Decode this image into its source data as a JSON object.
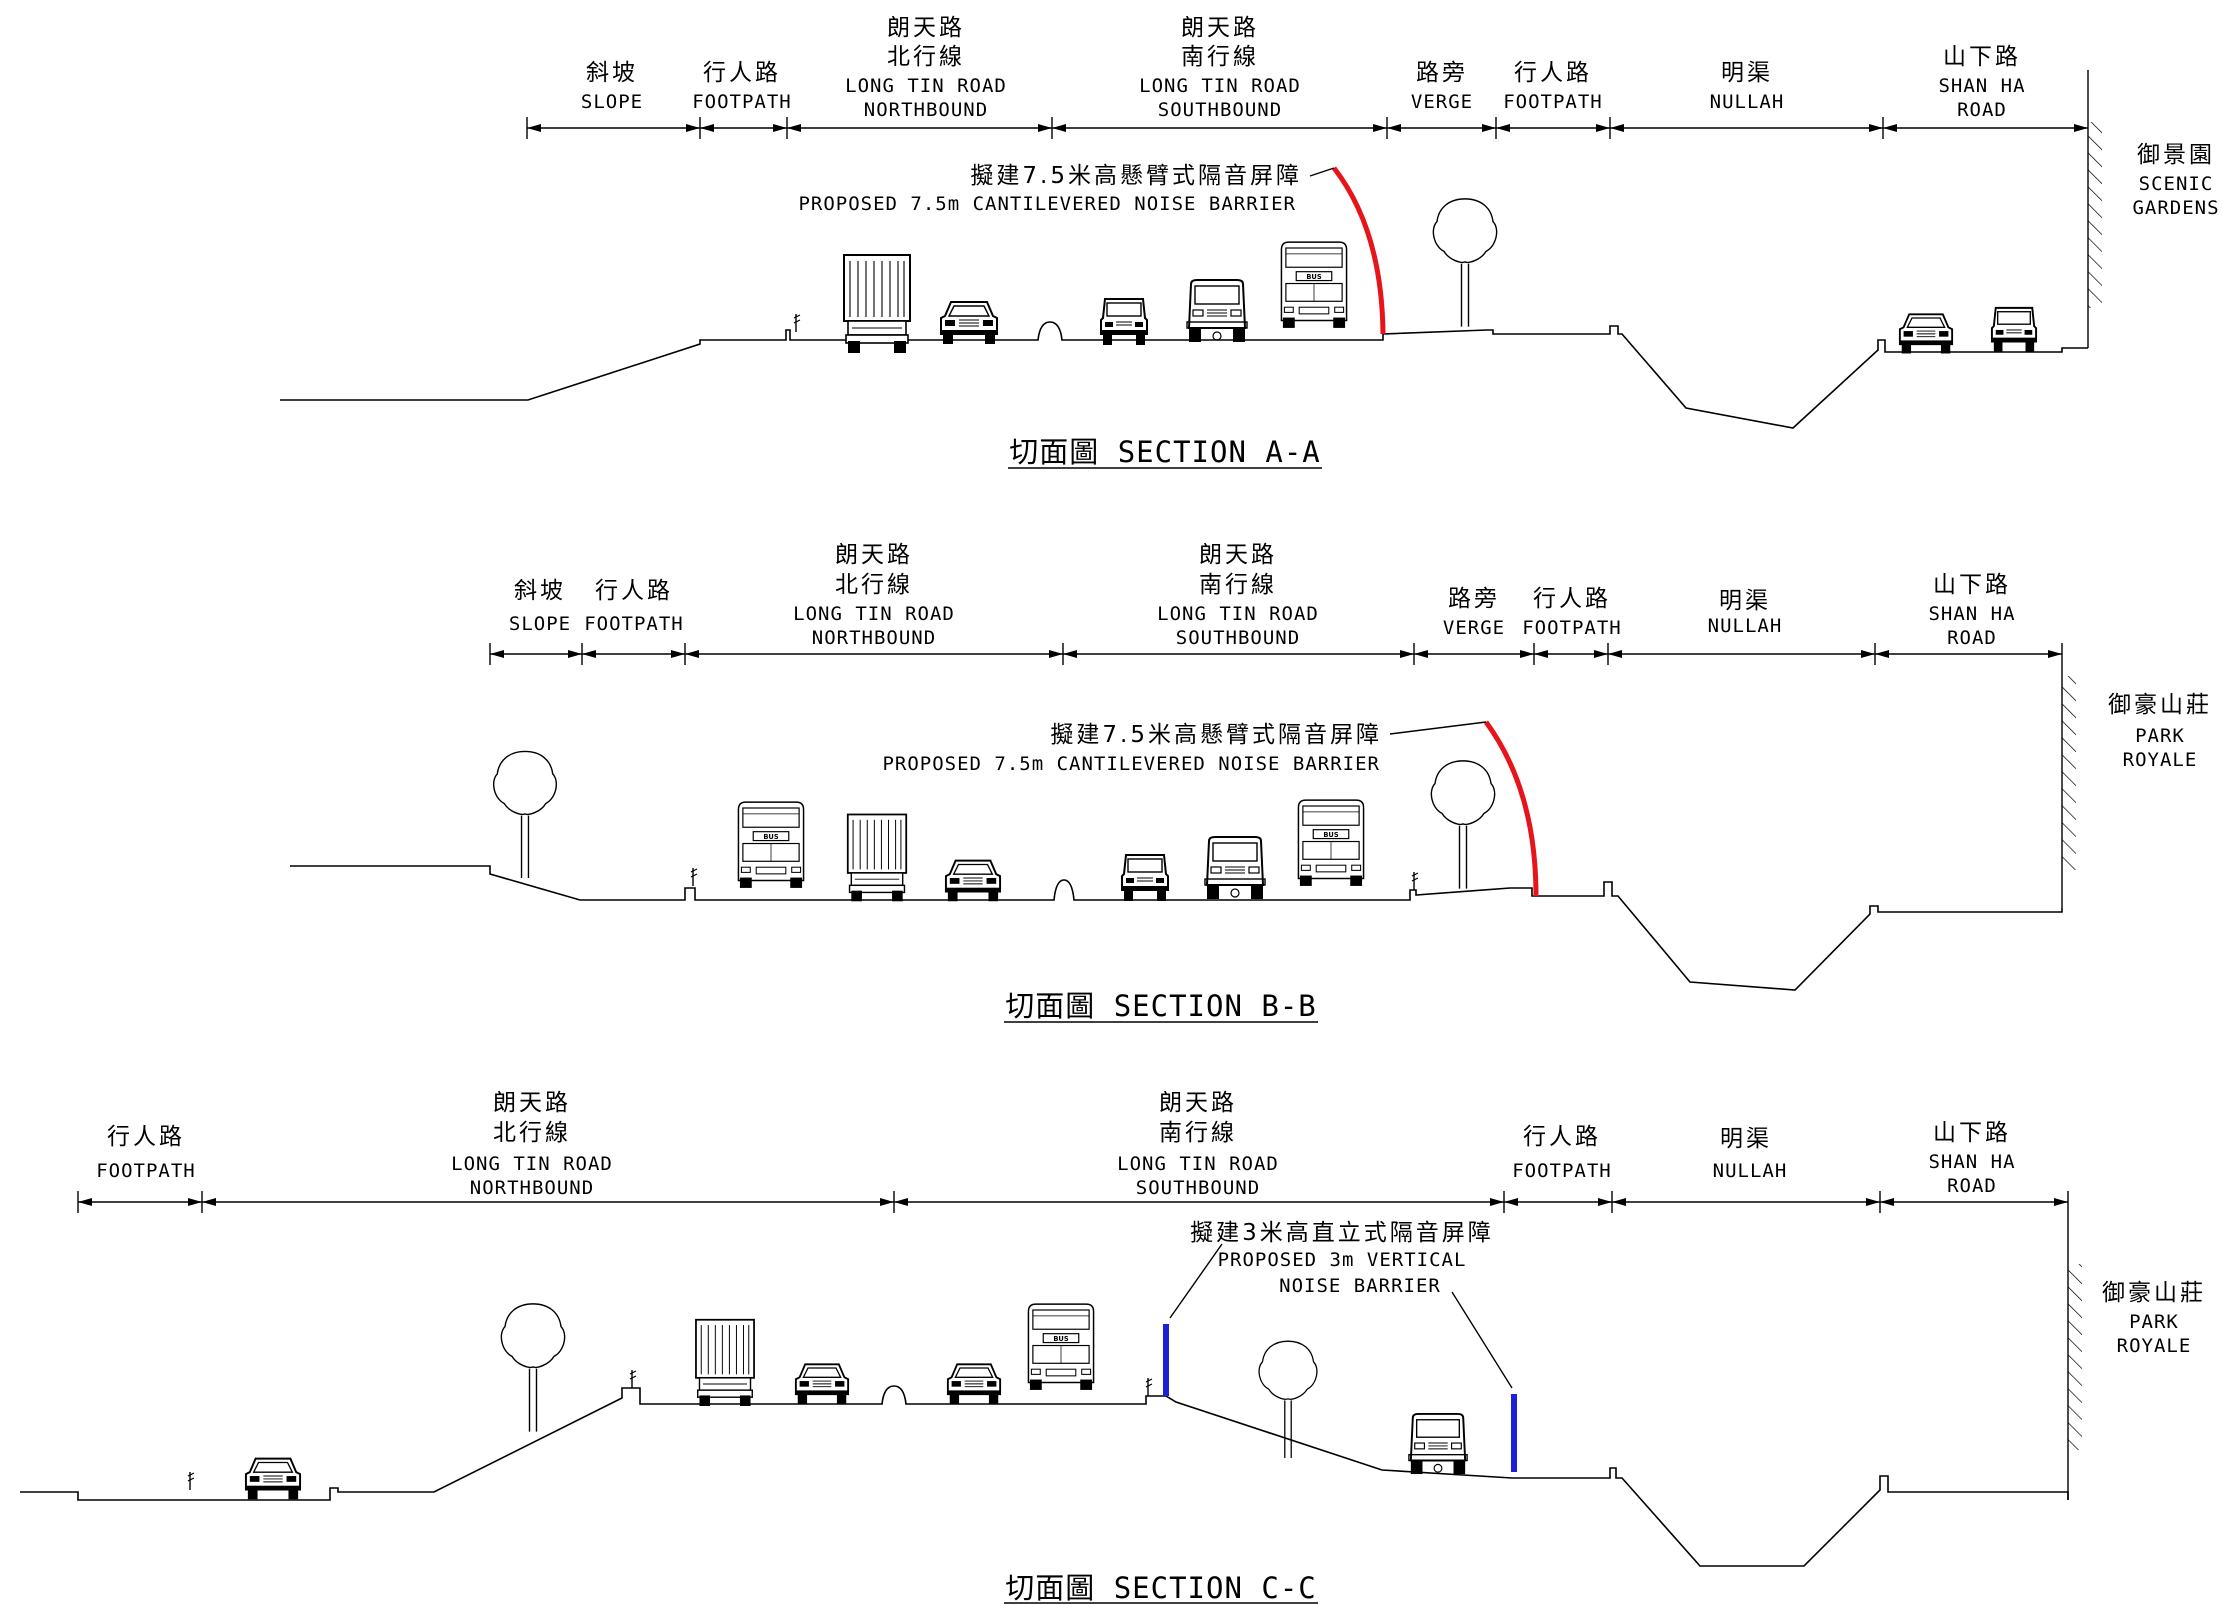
{
  "sections": [
    {
      "title": "切面圖 SECTION A-A",
      "columns": [
        {
          "zh": "斜坡",
          "en": [
            "SLOPE"
          ]
        },
        {
          "zh": "行人路",
          "en": [
            "FOOTPATH"
          ]
        },
        {
          "zh": [
            "朗天路",
            "北行線"
          ],
          "en": [
            "LONG TIN ROAD",
            "NORTHBOUND"
          ]
        },
        {
          "zh": [
            "朗天路",
            "南行線"
          ],
          "en": [
            "LONG TIN ROAD",
            "SOUTHBOUND"
          ]
        },
        {
          "zh": "路旁",
          "en": [
            "VERGE"
          ]
        },
        {
          "zh": "行人路",
          "en": [
            "FOOTPATH"
          ]
        },
        {
          "zh": "明渠",
          "en": [
            "NULLAH"
          ]
        },
        {
          "zh": "山下路",
          "en": [
            "SHAN HA",
            "ROAD"
          ]
        }
      ],
      "barrier": {
        "zh": "擬建7.5米高懸臂式隔音屏障",
        "en": "PROPOSED 7.5m CANTILEVERED NOISE BARRIER",
        "color": "#e8141b"
      },
      "estate": {
        "zh": "御景園",
        "en": [
          "SCENIC",
          "GARDENS"
        ]
      }
    },
    {
      "title": "切面圖 SECTION B-B",
      "columns": [
        {
          "zh": "斜坡",
          "en": [
            "SLOPE"
          ]
        },
        {
          "zh": "行人路",
          "en": [
            "FOOTPATH"
          ]
        },
        {
          "zh": [
            "朗天路",
            "北行線"
          ],
          "en": [
            "LONG TIN ROAD",
            "NORTHBOUND"
          ]
        },
        {
          "zh": [
            "朗天路",
            "南行線"
          ],
          "en": [
            "LONG TIN ROAD",
            "SOUTHBOUND"
          ]
        },
        {
          "zh": "路旁",
          "en": [
            "VERGE"
          ]
        },
        {
          "zh": "行人路",
          "en": [
            "FOOTPATH"
          ]
        },
        {
          "zh": "明渠",
          "en": [
            "NULLAH"
          ]
        },
        {
          "zh": "山下路",
          "en": [
            "SHAN HA",
            "ROAD"
          ]
        }
      ],
      "barrier": {
        "zh": "擬建7.5米高懸臂式隔音屏障",
        "en": "PROPOSED 7.5m CANTILEVERED NOISE BARRIER",
        "color": "#e8141b"
      },
      "estate": {
        "zh": "御豪山莊",
        "en": [
          "PARK",
          "ROYALE"
        ]
      }
    },
    {
      "title": "切面圖 SECTION C-C",
      "columns": [
        {
          "zh": "行人路",
          "en": [
            "FOOTPATH"
          ]
        },
        {
          "zh": [
            "朗天路",
            "北行線"
          ],
          "en": [
            "LONG TIN ROAD",
            "NORTHBOUND"
          ]
        },
        {
          "zh": [
            "朗天路",
            "南行線"
          ],
          "en": [
            "LONG TIN ROAD",
            "SOUTHBOUND"
          ]
        },
        {
          "zh": "行人路",
          "en": [
            "FOOTPATH"
          ]
        },
        {
          "zh": "明渠",
          "en": [
            "NULLAH"
          ]
        },
        {
          "zh": "山下路",
          "en": [
            "SHAN HA",
            "ROAD"
          ]
        }
      ],
      "barrier": {
        "zh": "擬建3米高直立式隔音屏障",
        "en": [
          "PROPOSED 3m VERTICAL",
          "NOISE BARRIER"
        ],
        "color": "#1c22d4"
      },
      "estate": {
        "zh": "御豪山莊",
        "en": [
          "PARK",
          "ROYALE"
        ]
      }
    }
  ],
  "vehicle_labels": {
    "bus": "BUS"
  }
}
